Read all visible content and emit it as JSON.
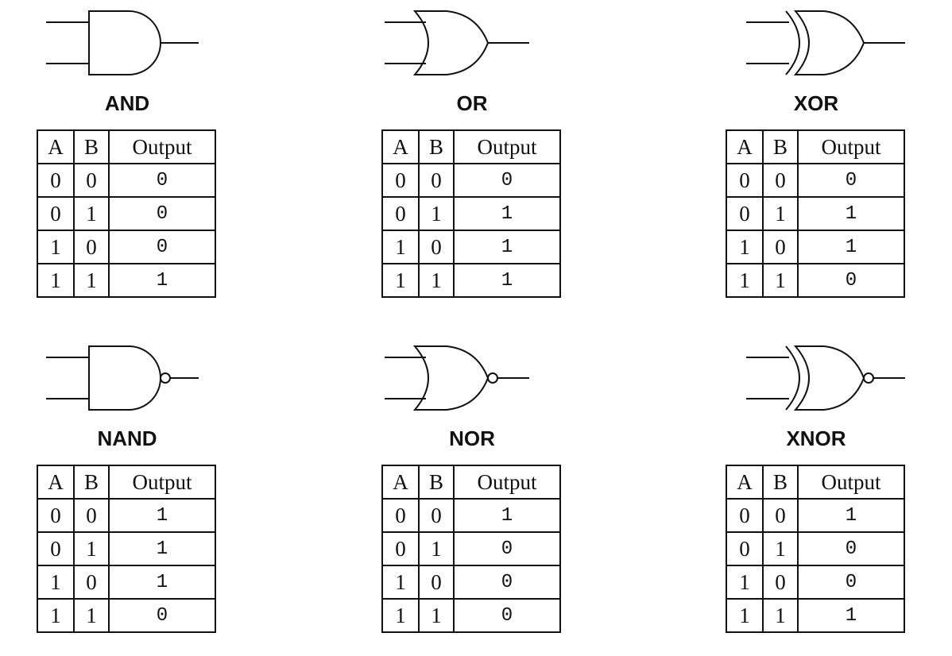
{
  "headers": {
    "a": "A",
    "b": "B",
    "output": "Output"
  },
  "gates": [
    {
      "name": "AND",
      "rows": [
        [
          "0",
          "0",
          "0"
        ],
        [
          "0",
          "1",
          "0"
        ],
        [
          "1",
          "0",
          "0"
        ],
        [
          "1",
          "1",
          "1"
        ]
      ]
    },
    {
      "name": "OR",
      "rows": [
        [
          "0",
          "0",
          "0"
        ],
        [
          "0",
          "1",
          "1"
        ],
        [
          "1",
          "0",
          "1"
        ],
        [
          "1",
          "1",
          "1"
        ]
      ]
    },
    {
      "name": "XOR",
      "rows": [
        [
          "0",
          "0",
          "0"
        ],
        [
          "0",
          "1",
          "1"
        ],
        [
          "1",
          "0",
          "1"
        ],
        [
          "1",
          "1",
          "0"
        ]
      ]
    },
    {
      "name": "NAND",
      "rows": [
        [
          "0",
          "0",
          "1"
        ],
        [
          "0",
          "1",
          "1"
        ],
        [
          "1",
          "0",
          "1"
        ],
        [
          "1",
          "1",
          "0"
        ]
      ]
    },
    {
      "name": "NOR",
      "rows": [
        [
          "0",
          "0",
          "1"
        ],
        [
          "0",
          "1",
          "0"
        ],
        [
          "1",
          "0",
          "0"
        ],
        [
          "1",
          "1",
          "0"
        ]
      ]
    },
    {
      "name": "XNOR",
      "rows": [
        [
          "0",
          "0",
          "1"
        ],
        [
          "0",
          "1",
          "0"
        ],
        [
          "1",
          "0",
          "0"
        ],
        [
          "1",
          "1",
          "1"
        ]
      ]
    }
  ]
}
